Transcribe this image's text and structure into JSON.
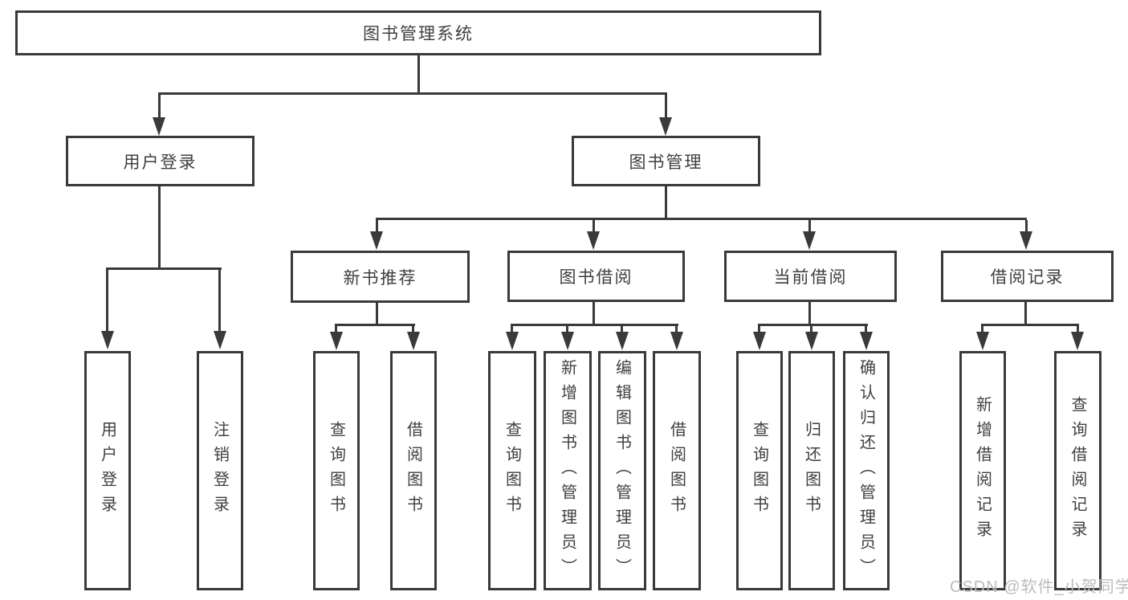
{
  "colors": {
    "line": "#3a3a3a",
    "text": "#3f3f3f",
    "background": "#ffffff",
    "watermark": "#bcbcbc"
  },
  "watermark": {
    "text": "CSDN @软件_小贺同学"
  },
  "diagram": {
    "type": "tree",
    "root": {
      "label": "图书管理系统",
      "children": [
        {
          "label": "用户登录",
          "children": [
            {
              "label": "用户登录"
            },
            {
              "label": "注销登录"
            }
          ]
        },
        {
          "label": "图书管理",
          "children": [
            {
              "label": "新书推荐",
              "children": [
                {
                  "label": "查询图书"
                },
                {
                  "label": "借阅图书"
                }
              ]
            },
            {
              "label": "图书借阅",
              "children": [
                {
                  "label": "查询图书"
                },
                {
                  "label": "新增图书（管理员）"
                },
                {
                  "label": "编辑图书（管理员）"
                },
                {
                  "label": "借阅图书"
                }
              ]
            },
            {
              "label": "当前借阅",
              "children": [
                {
                  "label": "查询图书"
                },
                {
                  "label": "归还图书"
                },
                {
                  "label": "确认归还（管理员）"
                }
              ]
            },
            {
              "label": "借阅记录",
              "children": [
                {
                  "label": "新增借阅记录"
                },
                {
                  "label": "查询借阅记录"
                }
              ]
            }
          ]
        }
      ]
    }
  }
}
